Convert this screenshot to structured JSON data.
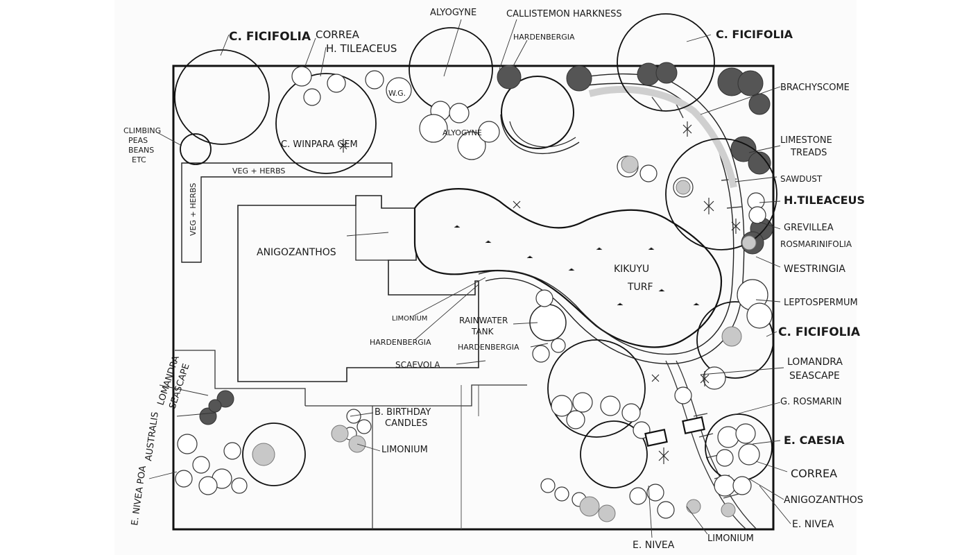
{
  "plan": {
    "labels": {
      "c_ficifolia_nw": "C. FICIFOLIA",
      "correa_n": "CORREA",
      "h_tileaceus_n": "H. TILEACEUS",
      "climbing_peas": [
        "CLIMBING",
        "PEAS",
        "BEANS",
        "ETC"
      ],
      "c_winpara_gem": "C. WINPARA GEM",
      "wg": "W.G.",
      "veg_herbs_top": "VEG + HERBS",
      "veg_herbs_side": "VEG + HERBS",
      "anigozanthos_house": "ANIGOZANTHOS",
      "alyogyne": "ALYOGYNE",
      "alyogyne_small": "ALYOGYNE",
      "callistemon": "CALLISTEMON HARKNESS",
      "hardenbergia_n": "HARDENBERGIA",
      "c_ficifolia_ne": "C. FICIFOLIA",
      "brachyscome": "BRACHYSCOME",
      "limestone_treads": [
        "LIMESTONE",
        "TREADS"
      ],
      "sawdust": "SAWDUST",
      "h_tileaceus_e": "H.TILEACEUS",
      "grevillea": [
        "GREVILLEA",
        "ROSMARINIFOLIA"
      ],
      "westringia": "WESTRINGIA",
      "leptospermum": "LEPTOSPERMUM",
      "c_ficifolia_e": "C. FICIFOLIA",
      "lomandra_e": [
        "LOMANDRA",
        "SEASCAPE"
      ],
      "g_rosmarin": "G. ROSMARIN",
      "e_caesia": "E. CAESIA",
      "correa_se": "CORREA",
      "anigozanthos_se": "ANIGOZANTHOS",
      "e_nivea_se": "E. NIVEA",
      "e_nivea_s": "E. NIVEA",
      "limonium_s": "LIMONIUM",
      "kikuyu_turf": [
        "KIKUYU",
        "TURF"
      ],
      "limonium_w": "LIMONIUM",
      "hardenbergia_w": "HARDENBERGIA",
      "rainwater_tank": [
        "RAINWATER",
        "TANK"
      ],
      "hardenbergia_s": "HARDENBERGIA",
      "scaevola": "SCAEVOLA",
      "lomandra_sw": [
        "LOMANDRA",
        "SEASCAPE"
      ],
      "e_nivea_poa": [
        "E. NIVEA POA",
        "AUSTRALIS"
      ],
      "birthday_candles": [
        "B. BIRTHDAY",
        "CANDLES"
      ],
      "limonium_c": "LIMONIUM"
    }
  }
}
